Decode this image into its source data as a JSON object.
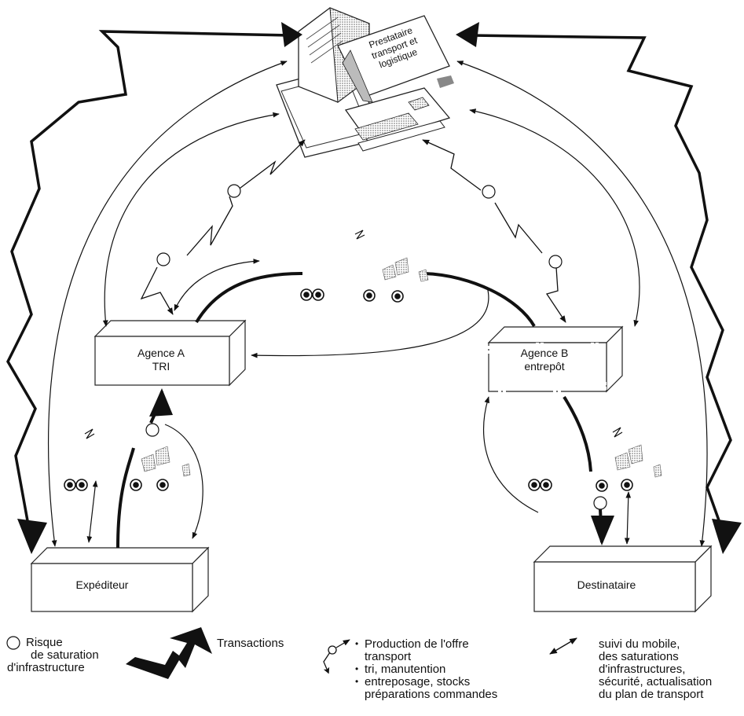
{
  "computer": {
    "label_lines": [
      "Prestataire",
      "transport et",
      "logistique"
    ]
  },
  "nodes": {
    "agence_a": {
      "line1": "Agence A",
      "line2": "TRI"
    },
    "agence_b": {
      "line1": "Agence B",
      "line2": "entrepôt"
    },
    "expediteur": {
      "label": "Expéditeur"
    },
    "destinataire": {
      "label": "Destinataire"
    }
  },
  "legend": {
    "risque": {
      "lines": [
        "Risque",
        "de saturation",
        "d'infrastructure"
      ]
    },
    "transactions": {
      "label": "Transactions"
    },
    "production": {
      "items": [
        "Production de l'offre",
        "transport",
        "tri, manutention",
        "entreposage, stocks",
        "préparations commandes"
      ]
    },
    "suivi": {
      "lines": [
        "suivi du mobile,",
        "des saturations",
        "d'infrastructures,",
        "sécurité, actualisation",
        "du plan de transport"
      ]
    }
  }
}
